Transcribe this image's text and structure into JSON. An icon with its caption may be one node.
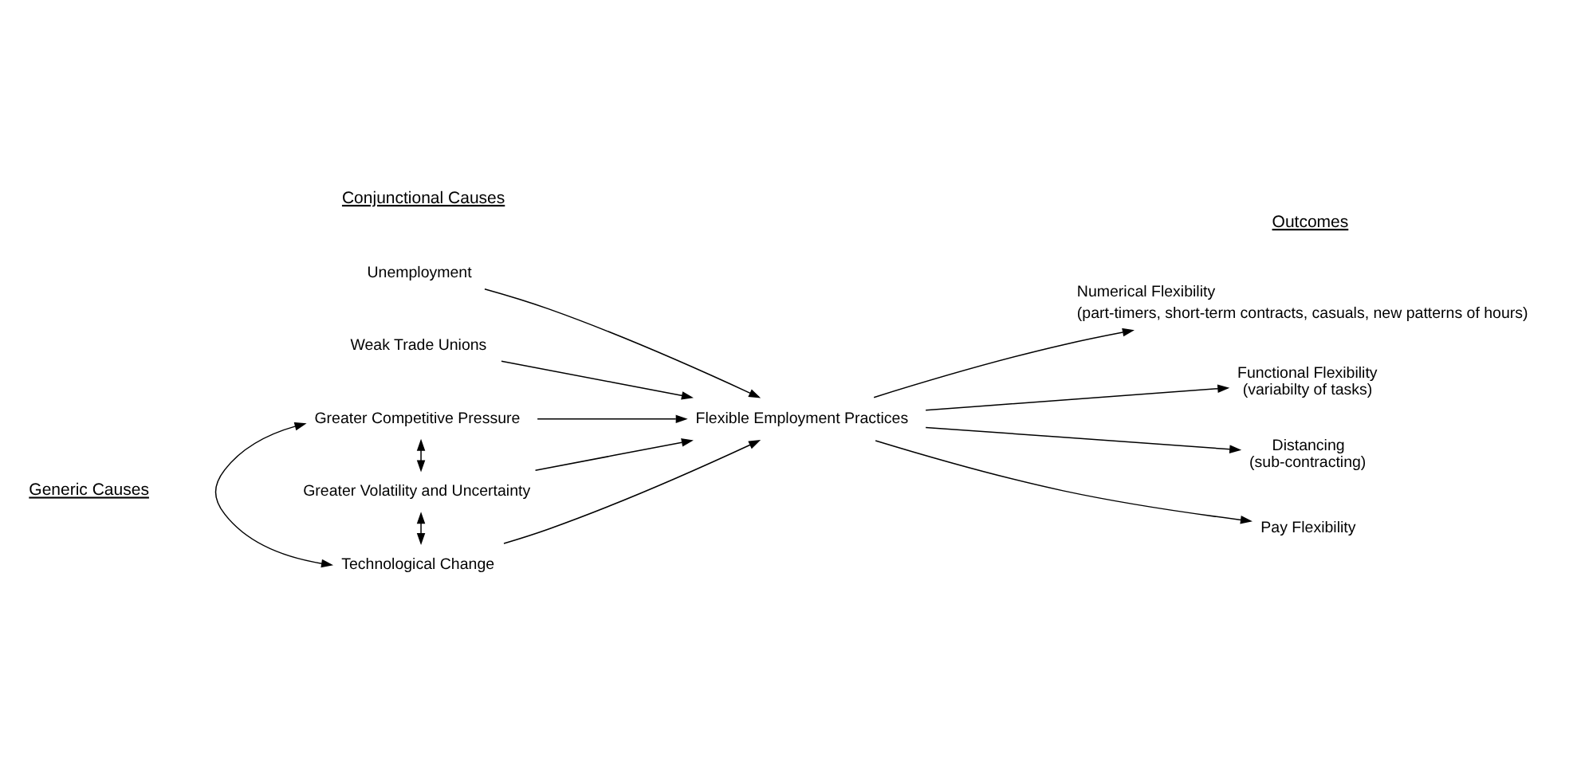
{
  "diagram": {
    "nodes": [
      {
        "text": [
          "Unemployment"
        ]
      },
      {
        "text": [
          "Weak Trade Unions"
        ]
      },
      {
        "text": [
          "Greater Competitive Pressure"
        ]
      },
      {
        "text": [
          "Greater Volatility and Uncertainty"
        ]
      },
      {
        "text": [
          "Technological Change"
        ]
      },
      {
        "text": [
          "Flexible Employment Practices"
        ]
      },
      {
        "text": [
          "Numerical Flexibility",
          "(part-timers, short-term contracts, casuals, new patterns of hours)"
        ]
      },
      {
        "text": [
          "Functional Flexibility",
          "(variabilty of tasks)"
        ]
      },
      {
        "text": [
          "Distancing",
          "(sub-contracting)"
        ]
      },
      {
        "text": [
          "Pay Flexibility"
        ]
      }
    ],
    "edges": [
      {
        "from": 0,
        "to": 5,
        "arrow": "to"
      },
      {
        "from": 1,
        "to": 5,
        "arrow": "to"
      },
      {
        "from": 2,
        "to": 5,
        "arrow": "to"
      },
      {
        "from": 3,
        "to": 5,
        "arrow": "to"
      },
      {
        "from": 4,
        "to": 5,
        "arrow": "to"
      },
      {
        "from": 2,
        "to": 3,
        "arrow": "both"
      },
      {
        "from": 3,
        "to": 4,
        "arrow": "both"
      },
      {
        "from": 2,
        "to": 4,
        "arrow": "both"
      },
      {
        "from": 5,
        "to": 6,
        "arrow": "to"
      },
      {
        "from": 5,
        "to": 7,
        "arrow": "to"
      },
      {
        "from": 5,
        "to": 8,
        "arrow": "to"
      },
      {
        "from": 5,
        "to": 9,
        "arrow": "to"
      }
    ],
    "labels": [
      "Outcomes",
      "Conjunctional Causes",
      "Generic Causes"
    ]
  }
}
